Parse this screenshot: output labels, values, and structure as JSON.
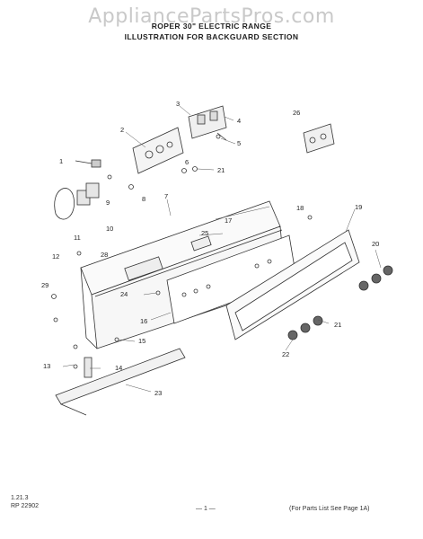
{
  "watermark": "AppliancePartsPros.com",
  "header": {
    "line1": "ROPER 30\" ELECTRIC RANGE",
    "line2": "ILLUSTRATION FOR BACKGUARD SECTION"
  },
  "callouts": [
    "1",
    "2",
    "3",
    "4",
    "5",
    "6",
    "7",
    "8",
    "9",
    "10",
    "11",
    "12",
    "13",
    "14",
    "15",
    "16",
    "17",
    "18",
    "19",
    "20",
    "21",
    "21",
    "22",
    "23",
    "24",
    "25",
    "26",
    "28",
    "29"
  ],
  "footer": {
    "code1": "1.21.3",
    "code2": "RP 22902",
    "page": "— 1 —",
    "note": "(For Parts List See Page 1A)"
  }
}
